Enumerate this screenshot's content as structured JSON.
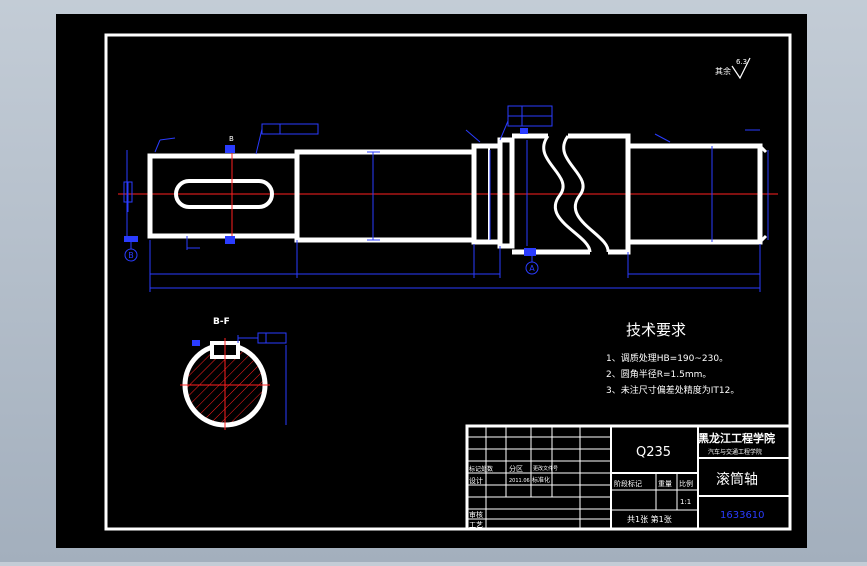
{
  "drawing": {
    "roughness": {
      "label": "其余",
      "value": "6.3"
    },
    "technical_requirements": {
      "title": "技术要求",
      "items": [
        "1、调质处理HB=190~230。",
        "2、圆角半径R=1.5mm。",
        "3、未注尺寸偏差处精度为IT12。"
      ]
    },
    "section_label": "B-F",
    "datum_a": "A",
    "datum_b": "B",
    "title_block": {
      "material": "Q235",
      "school": "黑龙江工程学院",
      "department": "汽车与交通工程学院",
      "part_name": "滚筒轴",
      "drawing_number": "1633610",
      "scale": "1:1",
      "sheets": "共1张  第1张",
      "row_labels": [
        "标记处数",
        "分区",
        "设计",
        "审核",
        "工艺"
      ],
      "change_doc": "更改文件号",
      "date": "2011.06",
      "standardize": "标准化",
      "stage_mark": "阶段标记",
      "weight": "重量",
      "scale_label": "比例"
    }
  }
}
